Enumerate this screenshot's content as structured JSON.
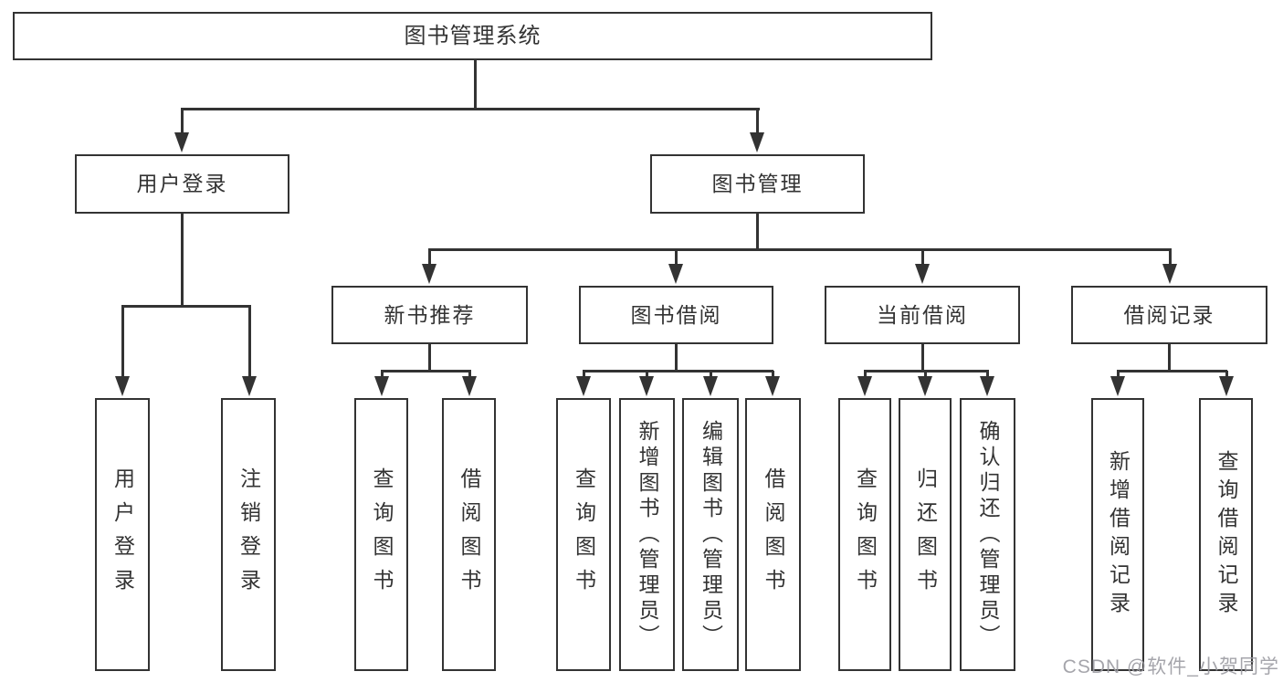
{
  "diagram": {
    "root": {
      "label": "图书管理系统"
    },
    "branches": [
      {
        "label": "用户登录",
        "children": [
          {
            "label": "用户登录"
          },
          {
            "label": "注销登录"
          }
        ]
      },
      {
        "label": "图书管理",
        "children": [
          {
            "label": "新书推荐",
            "children": [
              {
                "label": "查询图书"
              },
              {
                "label": "借阅图书"
              }
            ]
          },
          {
            "label": "图书借阅",
            "children": [
              {
                "label": "查询图书"
              },
              {
                "label": "新增图书（管理员）"
              },
              {
                "label": "编辑图书（管理员）"
              },
              {
                "label": "借阅图书"
              }
            ]
          },
          {
            "label": "当前借阅",
            "children": [
              {
                "label": "查询图书"
              },
              {
                "label": "归还图书"
              },
              {
                "label": "确认归还（管理员）"
              }
            ]
          },
          {
            "label": "借阅记录",
            "children": [
              {
                "label": "新增借阅记录"
              },
              {
                "label": "查询借阅记录"
              }
            ]
          }
        ]
      }
    ]
  },
  "watermark": {
    "text": "CSDN @软件_小贺同学",
    "color": "#9c9ca2"
  },
  "colors": {
    "line": "#333333",
    "text": "#333333",
    "background": "#ffffff"
  }
}
